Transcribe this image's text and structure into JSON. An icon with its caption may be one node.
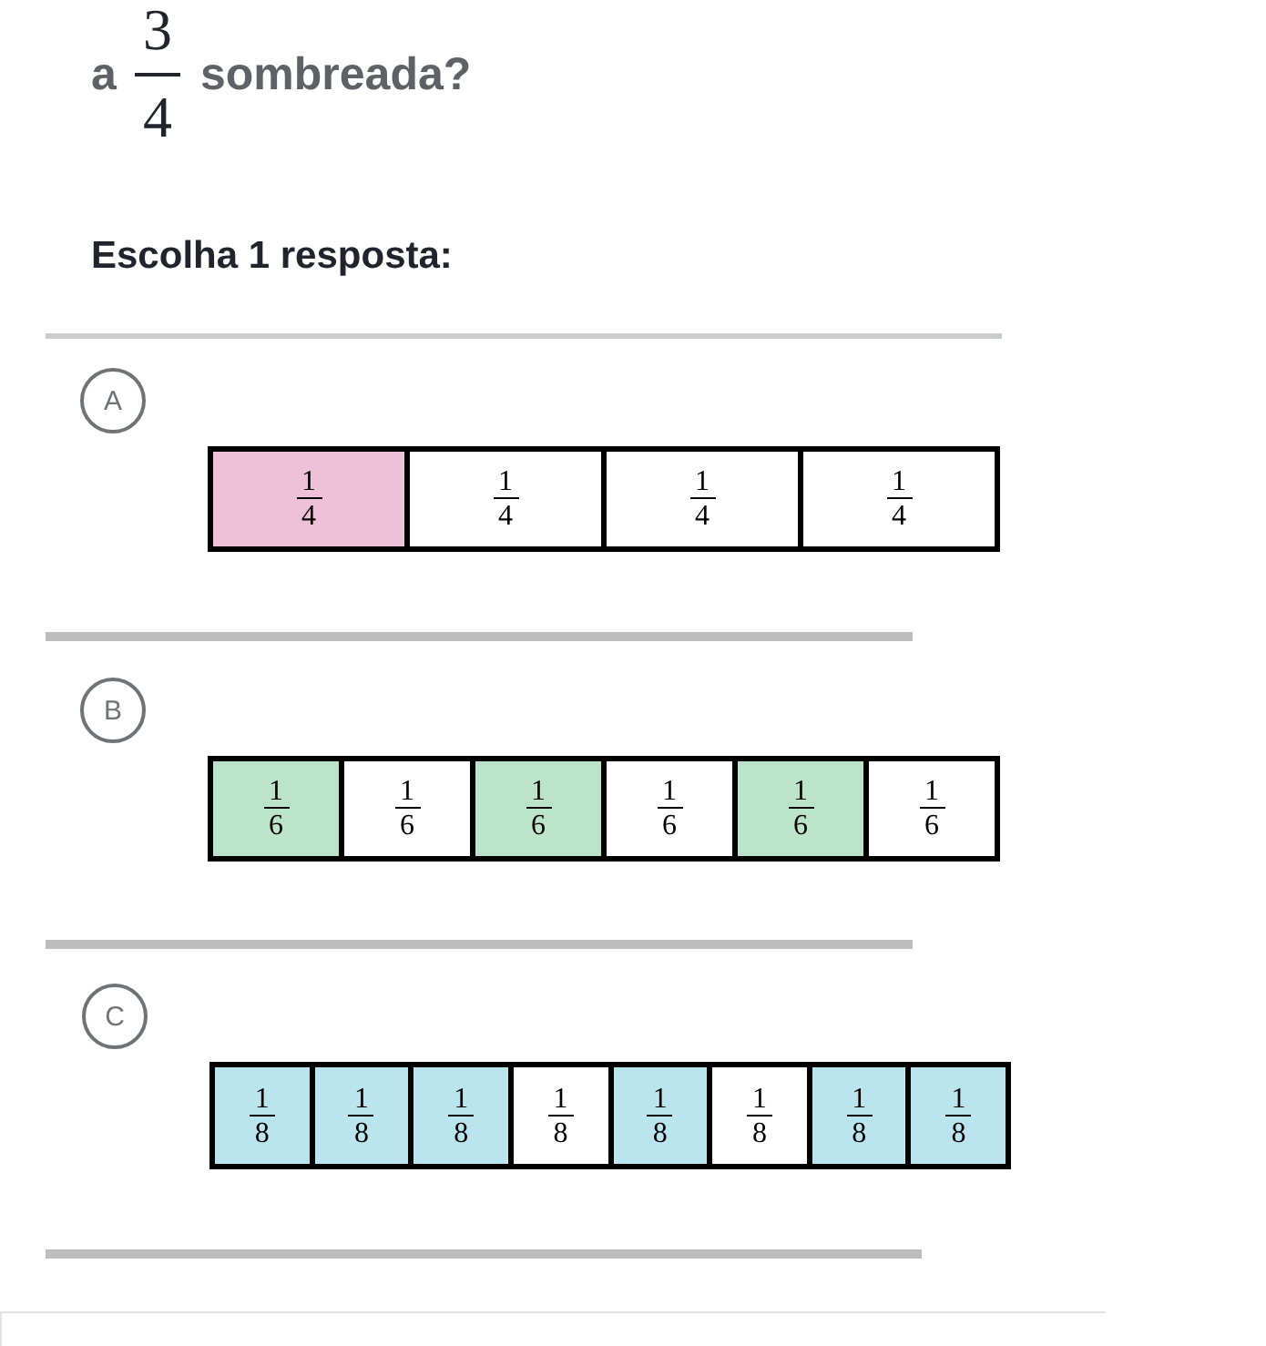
{
  "diagram": {
    "nodes": [
      {
        "text": [
          "A"
        ]
      },
      {
        "text": [
          "1",
          "4"
        ]
      },
      {
        "text": [
          "1",
          "4"
        ]
      },
      {
        "text": [
          "1",
          "4"
        ]
      },
      {
        "text": [
          "1",
          "4"
        ]
      },
      {
        "text": [
          "B"
        ]
      },
      {
        "text": [
          "1",
          "6"
        ]
      },
      {
        "text": [
          "1",
          "6"
        ]
      },
      {
        "text": [
          "1",
          "6"
        ]
      },
      {
        "text": [
          "1",
          "6"
        ]
      },
      {
        "text": [
          "1",
          "6"
        ]
      },
      {
        "text": [
          "1",
          "6"
        ]
      },
      {
        "text": [
          "C"
        ]
      },
      {
        "text": [
          "1",
          "8"
        ]
      },
      {
        "text": [
          "1",
          "8"
        ]
      },
      {
        "text": [
          "1",
          "8"
        ]
      },
      {
        "text": [
          "1",
          "8"
        ]
      },
      {
        "text": [
          "1",
          "8"
        ]
      },
      {
        "text": [
          "1",
          "8"
        ]
      },
      {
        "text": [
          "1",
          "8"
        ]
      },
      {
        "text": [
          "1",
          "8"
        ]
      }
    ],
    "labels": [
      "a",
      "3",
      "4",
      "sombreada?",
      "Escolha 1 resposta:"
    ]
  }
}
